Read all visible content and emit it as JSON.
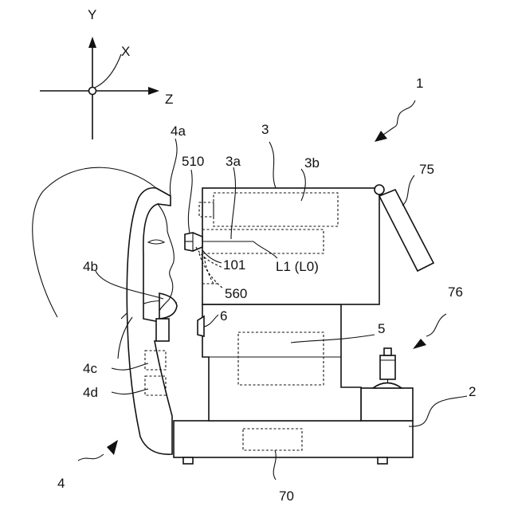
{
  "axes": {
    "y": "Y",
    "x": "X",
    "z": "Z"
  },
  "labels": {
    "device": "1",
    "base": "2",
    "measuring_unit": "3",
    "unit_3a": "3a",
    "unit_3b": "3b",
    "face_support": "4",
    "forehead_rest": "4a",
    "chin_rest": "4b",
    "part_4c": "4c",
    "part_4d": "4d",
    "drive_5": "5",
    "part_6": "6",
    "controller": "70",
    "monitor": "75",
    "joystick": "76",
    "eye_101": "101",
    "part_510": "510",
    "part_560": "560",
    "optical_axis": "L1 (L0)"
  }
}
